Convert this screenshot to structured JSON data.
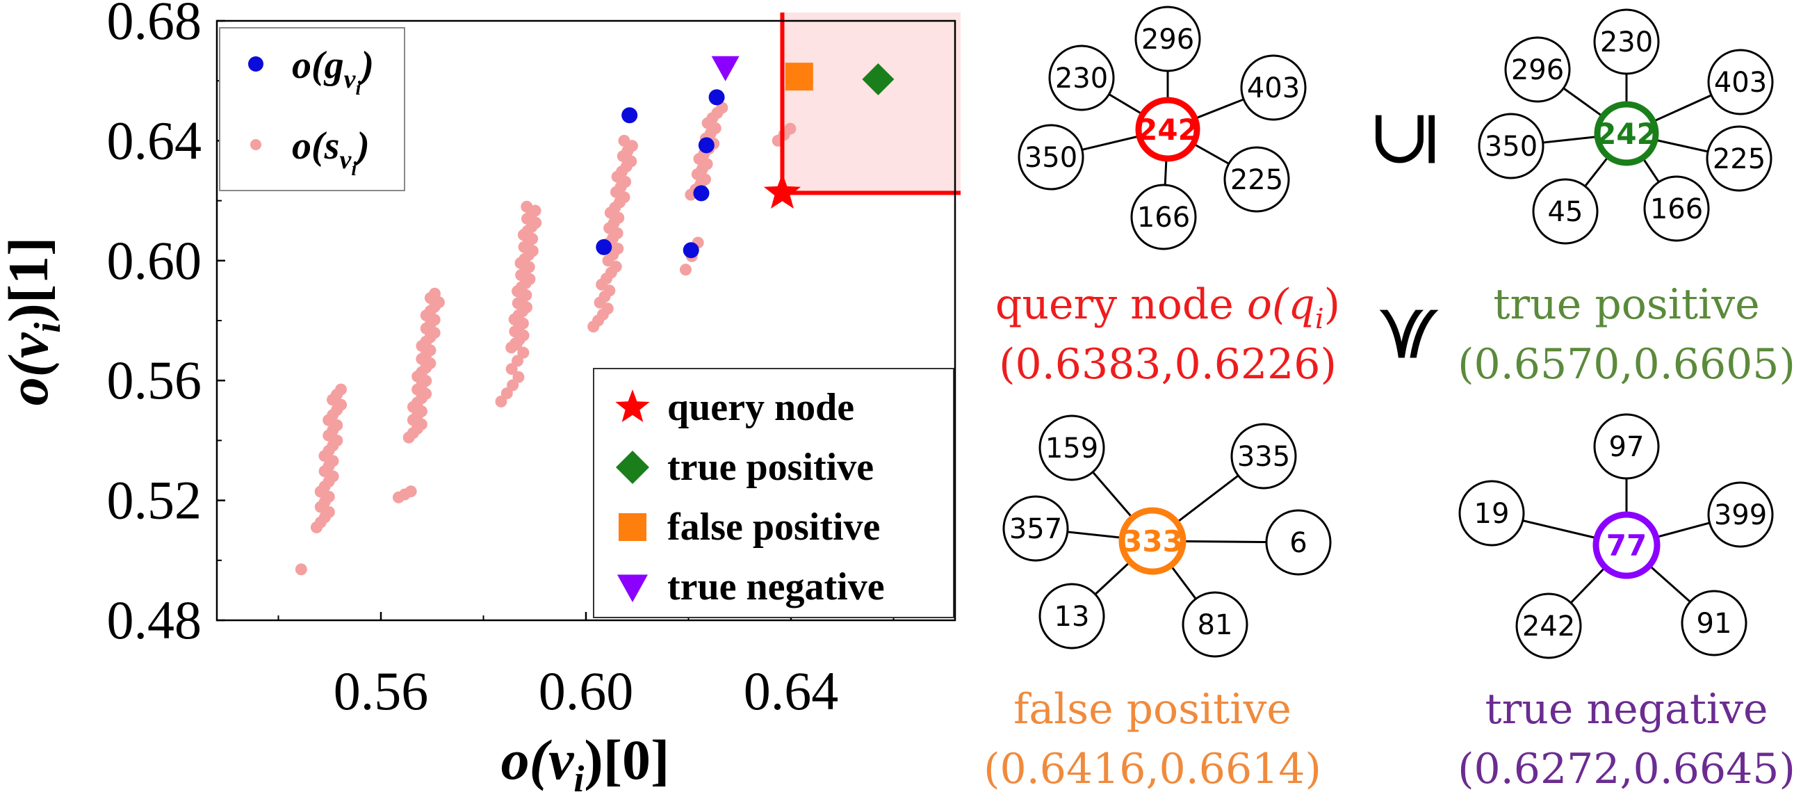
{
  "colors": {
    "query": "#ff0000",
    "true_positive": "#1a7f1a",
    "false_positive": "#ff7f0e",
    "true_negative": "#8b00ff",
    "g_points": "#0b0bdb",
    "s_points": "#f4a0a0",
    "query_region": "#fde3e3",
    "caption_query": "#ee1c1c",
    "caption_tp": "#5a8a3a",
    "caption_fp": "#f08a3c",
    "caption_tn": "#6b2c91"
  },
  "chart_data": {
    "type": "scatter",
    "xlabel": "o(v_i)[0]",
    "ylabel": "o(v_i)[1]",
    "xlim": [
      0.528,
      0.672
    ],
    "ylim": [
      0.48,
      0.68
    ],
    "x_ticks": [
      "0.56",
      "0.60",
      "0.64"
    ],
    "y_ticks": [
      "0.48",
      "0.52",
      "0.56",
      "0.60",
      "0.64",
      "0.68"
    ],
    "grid": false,
    "legend_top": {
      "placement": "top-left",
      "entries": [
        {
          "label": "o(g",
          "sub": "v",
          "subsub": "i",
          "close": ")",
          "marker": "circle-blue"
        },
        {
          "label": "o(s",
          "sub": "v",
          "subsub": "i",
          "close": ")",
          "marker": "circle-pink"
        }
      ]
    },
    "legend_bottom": {
      "placement": "bottom-right",
      "entries": [
        {
          "label": "query node",
          "marker": "star"
        },
        {
          "label": "true positive",
          "marker": "diamond"
        },
        {
          "label": "false positive",
          "marker": "square"
        },
        {
          "label": "true negative",
          "marker": "triangle-down"
        }
      ]
    },
    "series": [
      {
        "name": "o(s_vi)",
        "style": "pink-dot",
        "clusters": [
          {
            "x0": 0.5455,
            "y0": 0.497,
            "x1": 0.5455,
            "y1": 0.497,
            "n": 1
          },
          {
            "x0": 0.5485,
            "y0": 0.511,
            "x1": 0.5515,
            "y1": 0.557,
            "n": 28
          },
          {
            "x0": 0.5645,
            "y0": 0.521,
            "x1": 0.5655,
            "y1": 0.523,
            "n": 3
          },
          {
            "x0": 0.5665,
            "y0": 0.541,
            "x1": 0.5705,
            "y1": 0.589,
            "n": 34
          },
          {
            "x0": 0.5845,
            "y0": 0.553,
            "x1": 0.5875,
            "y1": 0.572,
            "n": 8
          },
          {
            "x0": 0.5865,
            "y0": 0.571,
            "x1": 0.5895,
            "y1": 0.618,
            "n": 36
          },
          {
            "x0": 0.6025,
            "y0": 0.578,
            "x1": 0.6055,
            "y1": 0.604,
            "n": 14
          },
          {
            "x0": 0.6045,
            "y0": 0.604,
            "x1": 0.6085,
            "y1": 0.64,
            "n": 22
          },
          {
            "x0": 0.6205,
            "y0": 0.597,
            "x1": 0.6215,
            "y1": 0.606,
            "n": 3
          },
          {
            "x0": 0.6215,
            "y0": 0.622,
            "x1": 0.6255,
            "y1": 0.651,
            "n": 18
          },
          {
            "x0": 0.6385,
            "y0": 0.64,
            "x1": 0.6395,
            "y1": 0.644,
            "n": 3
          }
        ]
      },
      {
        "name": "o(g_vi)",
        "style": "blue-dot",
        "points": [
          [
            0.6035,
            0.6045
          ],
          [
            0.6085,
            0.6485
          ],
          [
            0.6205,
            0.6035
          ],
          [
            0.6225,
            0.6225
          ],
          [
            0.6235,
            0.6385
          ],
          [
            0.6255,
            0.6545
          ]
        ]
      }
    ],
    "highlights": {
      "query": [
        0.6383,
        0.6226
      ],
      "true_positive": [
        0.657,
        0.6605
      ],
      "false_positive": [
        0.6416,
        0.6614
      ],
      "true_negative": [
        0.6272,
        0.6645
      ]
    }
  },
  "graphs": {
    "query": {
      "center": "242",
      "neighbors": [
        "296",
        "403",
        "225",
        "166",
        "350",
        "230"
      ],
      "caption_title": "query node ",
      "caption_math": "o(q",
      "caption_sub": "i",
      "caption_close": ")",
      "caption_values": "(0.6383,0.6226)"
    },
    "true_positive": {
      "center": "242",
      "neighbors": [
        "230",
        "403",
        "225",
        "166",
        "45",
        "350",
        "296"
      ],
      "caption_title": "true positive",
      "caption_values": "(0.6570,0.6605)"
    },
    "false_positive": {
      "center": "333",
      "neighbors": [
        "335",
        "6",
        "81",
        "13",
        "357",
        "159"
      ],
      "caption_title": "false positive",
      "caption_values": "(0.6416,0.6614)"
    },
    "true_negative": {
      "center": "77",
      "neighbors": [
        "97",
        "399",
        "91",
        "242",
        "19"
      ],
      "caption_title": "true negative",
      "caption_values": "(0.6272,0.6645)"
    }
  },
  "relations": {
    "subset": "⊆",
    "precedes": "≼"
  }
}
